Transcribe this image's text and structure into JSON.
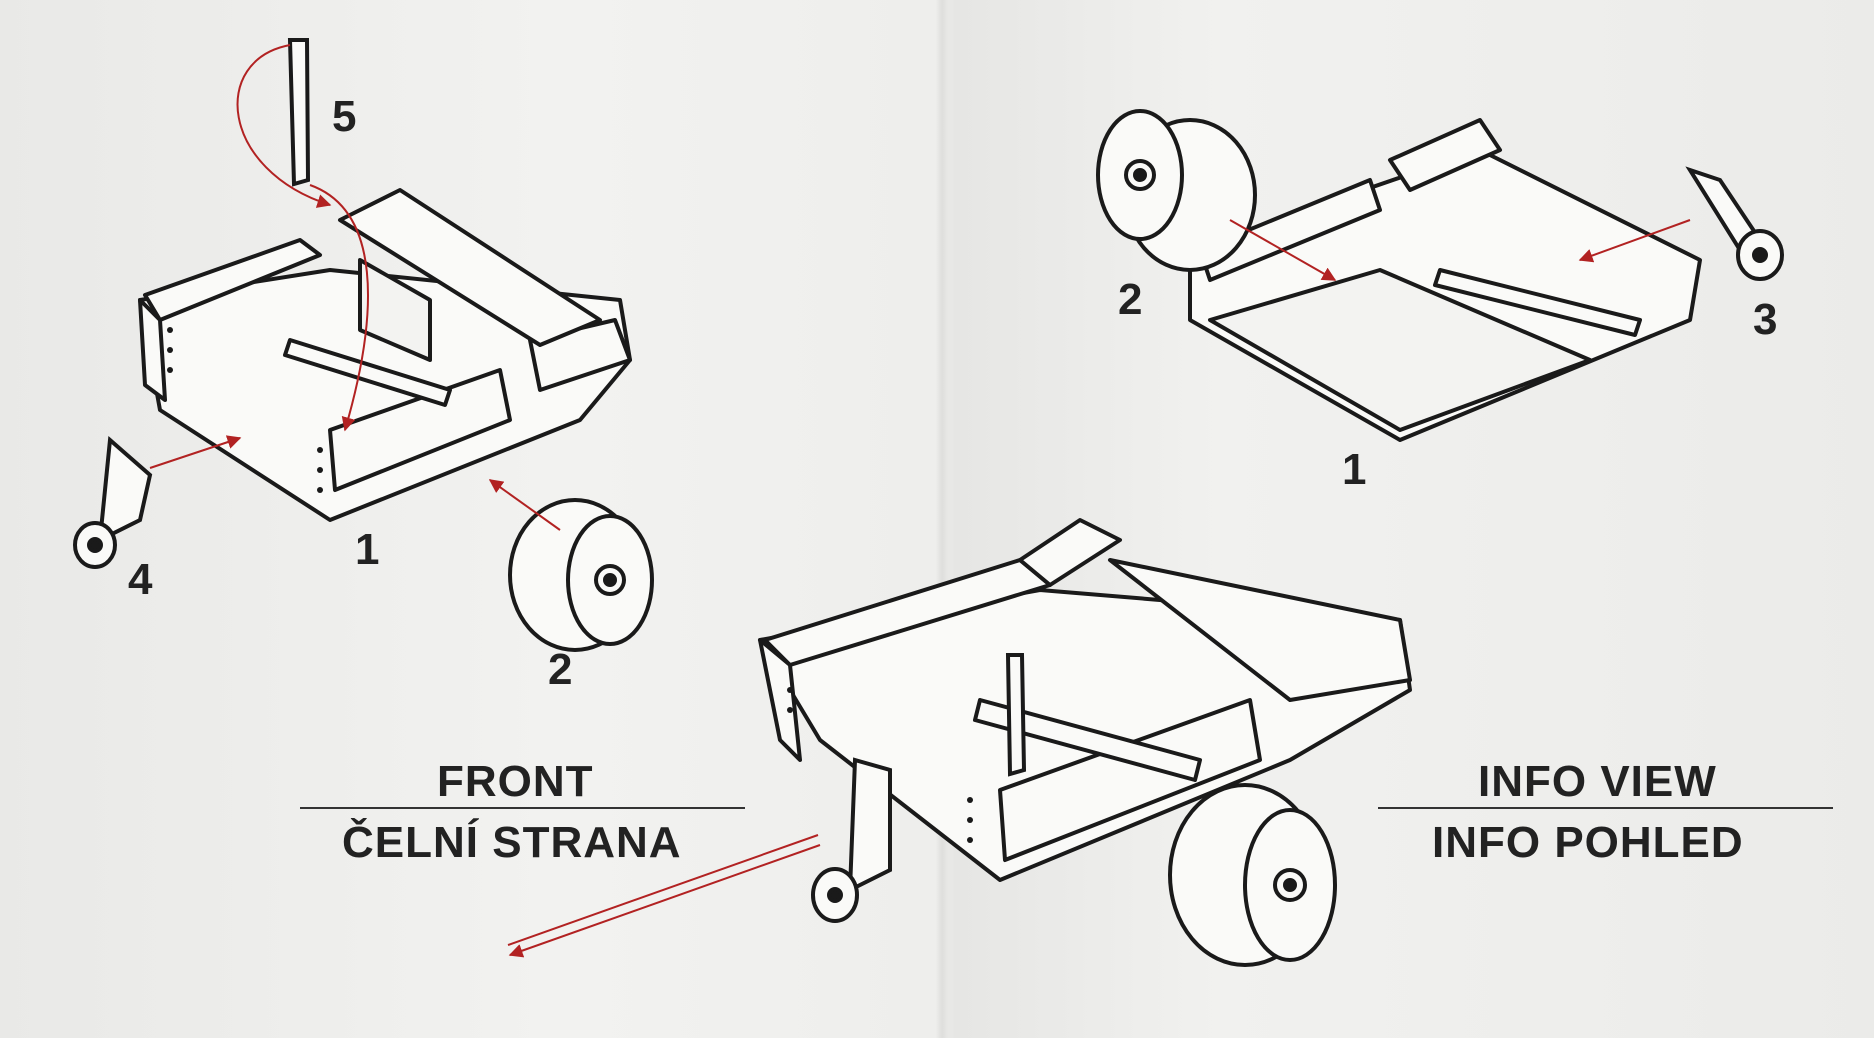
{
  "part_numbers": {
    "top_left": {
      "n1": "1",
      "n2": "2",
      "n4": "4",
      "n5": "5"
    },
    "top_right": {
      "n1": "1",
      "n2": "2",
      "n3": "3"
    }
  },
  "front_caption": {
    "line1": "FRONT",
    "line2": "ČELNÍ STRANA"
  },
  "info_caption": {
    "line1": "INFO VIEW",
    "line2": "INFO POHLED"
  },
  "colors": {
    "line": "#1a1a1a",
    "arrow": "#b22222",
    "paper": "#efefed"
  }
}
